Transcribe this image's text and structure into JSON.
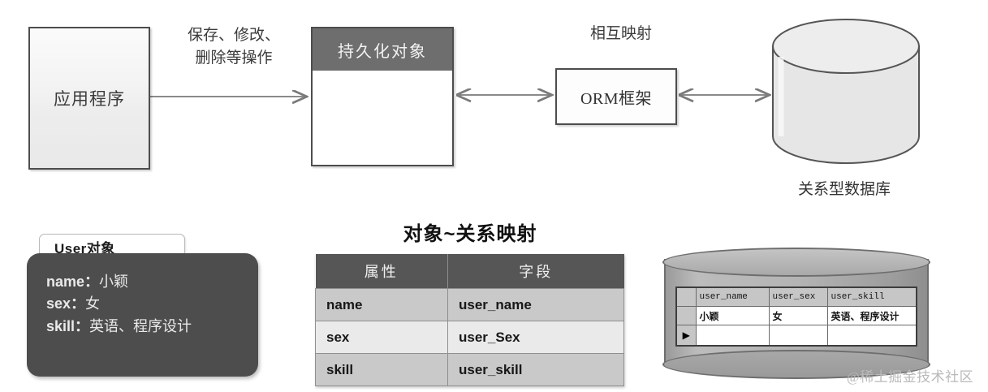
{
  "diagram": {
    "top": {
      "app_box": {
        "label": "应用程序"
      },
      "persistent_object": {
        "header": "持久化对象"
      },
      "orm_box": {
        "label": "ORM框架"
      },
      "database": {
        "label": "关系型数据库"
      },
      "edge_labels": {
        "operations_line1": "保存、修改、",
        "operations_line2": "删除等操作",
        "mapping": "相互映射"
      }
    },
    "bottom": {
      "user_card": {
        "tab_label": "User对象",
        "fields": [
          {
            "key": "name",
            "sep": "：",
            "value": "小颖"
          },
          {
            "key": "sex",
            "sep": "：",
            "value": "女"
          },
          {
            "key": "skill",
            "sep": "：",
            "value": "英语、程序设计"
          }
        ]
      },
      "mapping_table": {
        "title": "对象~关系映射",
        "headers": [
          "属性",
          "字段"
        ],
        "rows": [
          [
            "name",
            "user_name"
          ],
          [
            "sex",
            "user_Sex"
          ],
          [
            "skill",
            "user_skill"
          ]
        ]
      },
      "db_grid": {
        "columns": [
          "user_name",
          "user_sex",
          "user_skill"
        ],
        "rows": [
          [
            "小颖",
            "女",
            "英语、程序设计"
          ],
          [
            "",
            "",
            ""
          ]
        ],
        "row_marker": "▶"
      }
    }
  },
  "watermark": {
    "text": "@稀土掘金技术社区"
  },
  "colors": {
    "header_dark": "#565656",
    "card_dark": "#4d4d4d",
    "pobj_header": "#6e6e6e",
    "stroke": "#4d4d4d",
    "row_odd": "#c9c9c9",
    "row_even": "#eaeaea"
  }
}
